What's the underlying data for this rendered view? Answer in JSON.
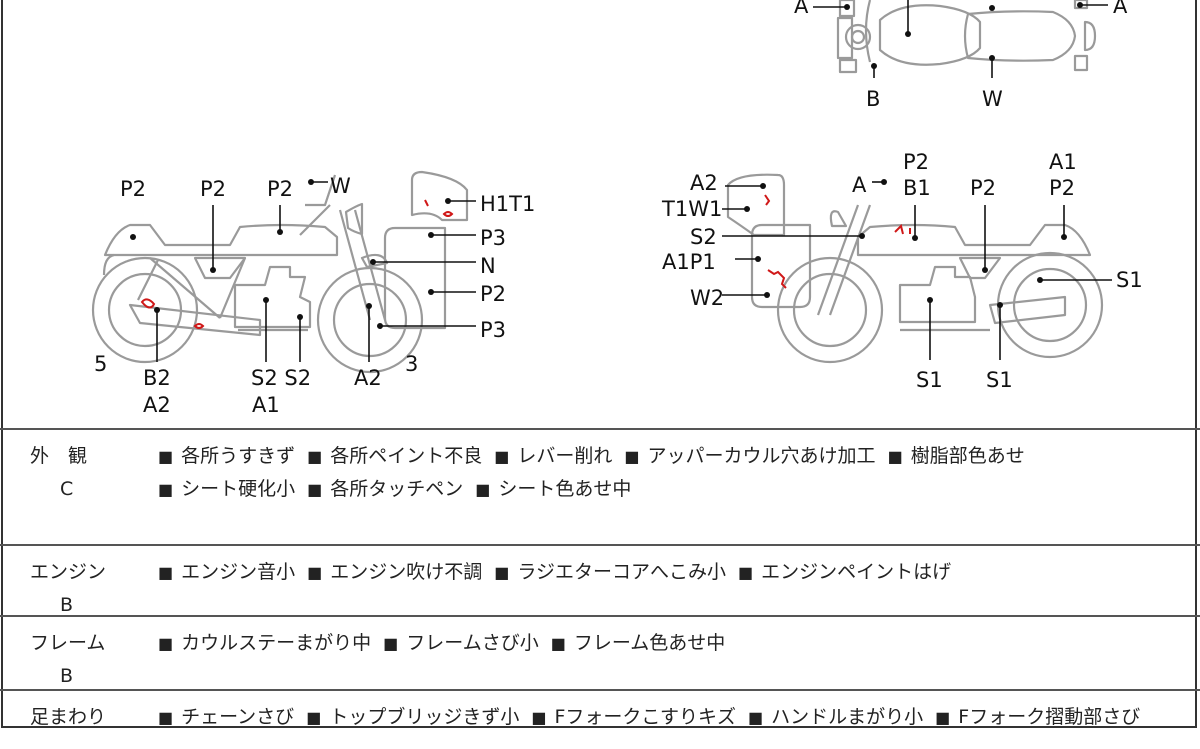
{
  "top_view": {
    "labels": {
      "a_left": "A",
      "a_right": "A",
      "b": "B",
      "w": "W"
    }
  },
  "left_view": {
    "labels": {
      "p2_seat": "P2",
      "p2_side": "P2",
      "p2_tank": "P2",
      "w": "W",
      "h1t1": "H1T1",
      "p3_cowl": "P3",
      "n": "N",
      "p2_cowl": "P2",
      "p3_wheel": "P3",
      "rear_no": "5",
      "b2": "B2",
      "a2_muffler": "A2",
      "s2s2": "S2 S2",
      "a1": "A1",
      "a2_fork": "A2",
      "front_no": "3"
    }
  },
  "right_view": {
    "labels": {
      "a2": "A2",
      "t1w1": "T1W1",
      "s2": "S2",
      "a1p1": "A1P1",
      "w2": "W2",
      "a": "A",
      "p2_top": "P2",
      "b1": "B1",
      "p2_side": "P2",
      "a1": "A1",
      "p2_seat": "P2",
      "s1_right": "S1",
      "s1_engine": "S1",
      "s1_muffler": "S1"
    }
  },
  "colors": {
    "damage_mark": "#d01818",
    "outline": "#9a9a9a"
  },
  "conditions": [
    {
      "category": "外　観",
      "grade": "C",
      "items": [
        "各所うすきず",
        "各所ペイント不良",
        "レバー削れ",
        "アッパーカウル穴あけ加工",
        "樹脂部色あせ",
        "シート硬化小",
        "各所タッチペン",
        "シート色あせ中"
      ]
    },
    {
      "category": "エンジン",
      "grade": "B",
      "items": [
        "エンジン音小",
        "エンジン吹け不調",
        "ラジエターコアへこみ小",
        "エンジンペイントはげ"
      ]
    },
    {
      "category": "フレーム",
      "grade": "B",
      "items": [
        "カウルステーまがり中",
        "フレームさび小",
        "フレーム色あせ中"
      ]
    },
    {
      "category": "足まわり",
      "grade": "",
      "items": [
        "チェーンさび",
        "トップブリッジきず小",
        "Fフォークこすりキズ",
        "ハンドルまがり小",
        "Fフォーク摺動部さび"
      ]
    }
  ]
}
